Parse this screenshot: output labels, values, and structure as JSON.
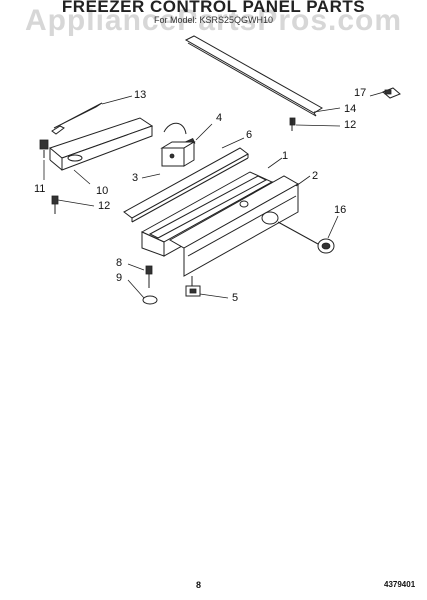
{
  "title": "FREEZER CONTROL PANEL PARTS",
  "subtitle": "For Model: KSRS25QGWH10",
  "watermark": "AppliancePartsPros.com",
  "page_number": "8",
  "document_number": "4379401",
  "callouts": [
    {
      "id": "c1",
      "label": "1"
    },
    {
      "id": "c2",
      "label": "2"
    },
    {
      "id": "c3",
      "label": "3"
    },
    {
      "id": "c4",
      "label": "4"
    },
    {
      "id": "c5",
      "label": "5"
    },
    {
      "id": "c6",
      "label": "6"
    },
    {
      "id": "c8",
      "label": "8"
    },
    {
      "id": "c9",
      "label": "9"
    },
    {
      "id": "c10",
      "label": "10"
    },
    {
      "id": "c11",
      "label": "11"
    },
    {
      "id": "c12a",
      "label": "12"
    },
    {
      "id": "c12b",
      "label": "12"
    },
    {
      "id": "c13",
      "label": "13"
    },
    {
      "id": "c14",
      "label": "14"
    },
    {
      "id": "c16",
      "label": "16"
    },
    {
      "id": "c17",
      "label": "17"
    }
  ]
}
